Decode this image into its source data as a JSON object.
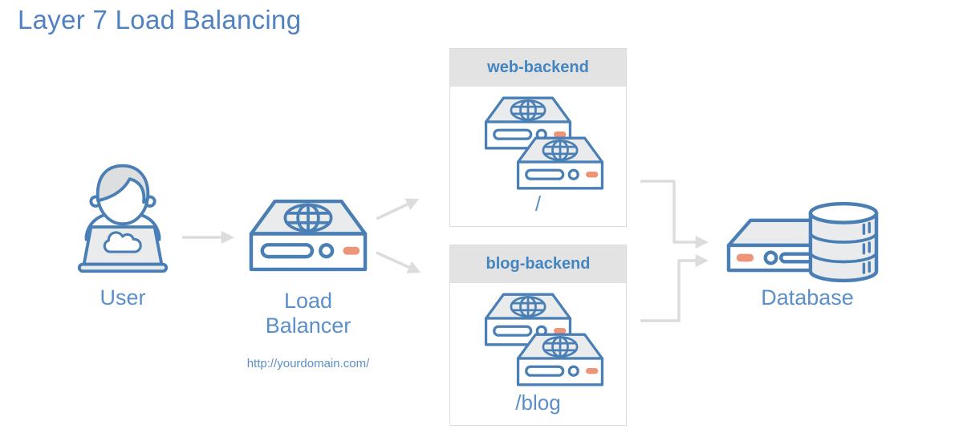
{
  "title": "Layer 7 Load Balancing",
  "colors": {
    "title-blue": "#5081c2",
    "label-blue": "#5b8fc9",
    "icon-stroke": "#4a7fb5",
    "icon-fill": "#e9ebec",
    "header-bg": "#e3e3e3",
    "header-text": "#4285c0",
    "box-border": "#dcdcdc",
    "connector": "#dcdcdc",
    "salmon": "#ee9478",
    "hair-gray": "#dcdee0"
  },
  "nodes": {
    "user": {
      "label": "User",
      "icon": "person-at-laptop-icon"
    },
    "load_balancer": {
      "label": "Load Balancer",
      "url": "http://yourdomain.com/",
      "icon": "server-globe-icon"
    },
    "web_backend": {
      "header": "web-backend",
      "route": "/",
      "icon": "server-globe-icon",
      "server_count": 2
    },
    "blog_backend": {
      "header": "blog-backend",
      "route": "/blog",
      "icon": "server-globe-icon",
      "server_count": 2
    },
    "database": {
      "label": "Database",
      "icons": [
        "server-icon",
        "database-cylinder-icon"
      ]
    }
  },
  "edges": [
    {
      "from": "user",
      "to": "load_balancer",
      "style": "arrow"
    },
    {
      "from": "load_balancer",
      "to": "web_backend",
      "style": "arrow"
    },
    {
      "from": "load_balancer",
      "to": "blog_backend",
      "style": "arrow"
    },
    {
      "from": "web_backend",
      "to": "database",
      "style": "elbow-arrow"
    },
    {
      "from": "blog_backend",
      "to": "database",
      "style": "elbow-arrow"
    }
  ]
}
